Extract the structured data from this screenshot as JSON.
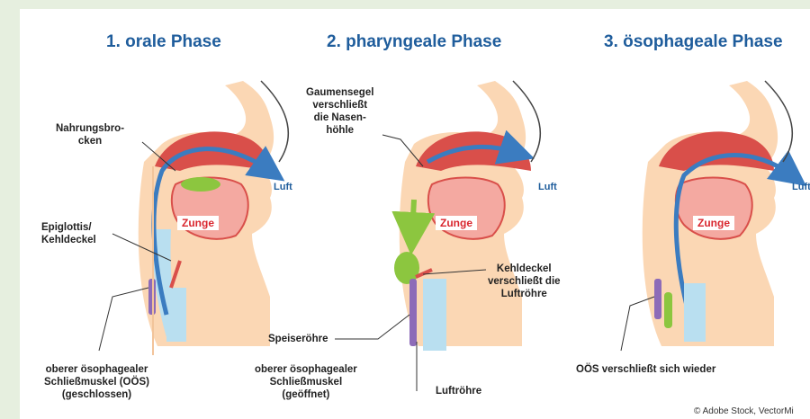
{
  "titles": {
    "oral": "1. orale Phase",
    "pharyngeal": "2. pharyngeale Phase",
    "esophageal": "3. ösophageale Phase"
  },
  "labels": {
    "nahrungsbrocken_1": "Nahrungsbro-",
    "nahrungsbrocken_2": "cken",
    "epiglottis_1": "Epiglottis/",
    "epiglottis_2": "Kehldeckel",
    "oos_closed_1": "oberer ösophagealer",
    "oos_closed_2": "Schließmuskel (OÖS)",
    "oos_closed_3": "(geschlossen)",
    "gaumensegel_1": "Gaumensegel",
    "gaumensegel_2": "verschließt",
    "gaumensegel_3": "die Nasen-",
    "gaumensegel_4": "höhle",
    "kehldeckel_1": "Kehldeckel",
    "kehldeckel_2": "verschließt die",
    "kehldeckel_3": "Luftröhre",
    "speiseroehre": "Speiseröhre",
    "oos_open_1": "oberer ösophagealer",
    "oos_open_2": "Schließmuskel",
    "oos_open_3": "(geöffnet)",
    "luftroehre": "Luftröhre",
    "oos_again": "OÖS verschließt sich wieder",
    "luft": "Luft",
    "zunge": "Zunge",
    "credit": "© Adobe Stock, VectorMi"
  },
  "colors": {
    "title": "#1f5d9c",
    "flesh": "#d94f4a",
    "skin": "#fbd7b4",
    "tongue": "#f4a9a1",
    "bolus": "#8cc63f",
    "airway": "#b9dff0",
    "muscle": "#8d6bb8",
    "arrow": "#3b7cc0"
  }
}
